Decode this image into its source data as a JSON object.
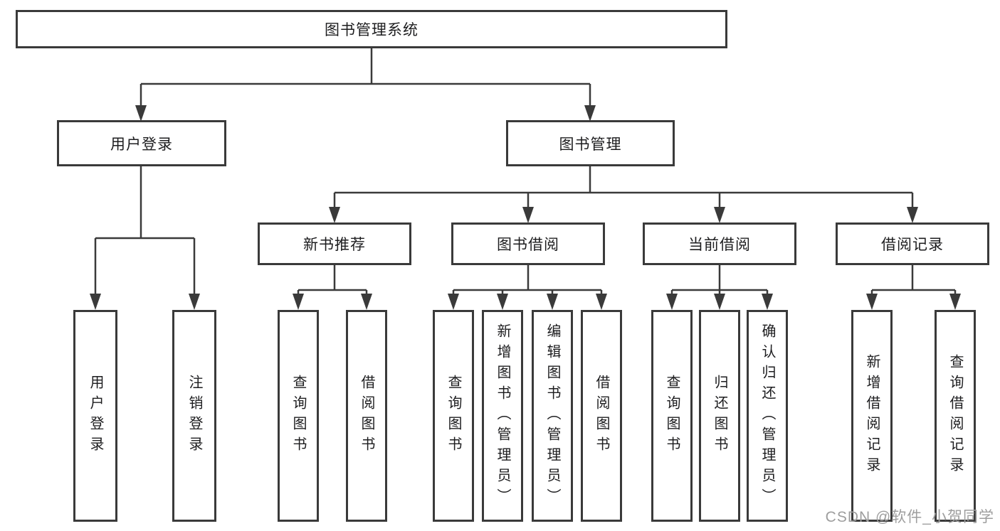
{
  "diagram": {
    "root": {
      "label": "图书管理系统"
    },
    "level2": [
      {
        "label": "用户登录"
      },
      {
        "label": "图书管理"
      }
    ],
    "level3": [
      {
        "label": "新书推荐"
      },
      {
        "label": "图书借阅"
      },
      {
        "label": "当前借阅"
      },
      {
        "label": "借阅记录"
      }
    ],
    "leaves": [
      {
        "label": "用户登录"
      },
      {
        "label": "注销登录"
      },
      {
        "label": "查询图书"
      },
      {
        "label": "借阅图书"
      },
      {
        "label": "查询图书"
      },
      {
        "label": "新增图书（管理员）"
      },
      {
        "label": "编辑图书（管理员）"
      },
      {
        "label": "借阅图书"
      },
      {
        "label": "查询图书"
      },
      {
        "label": "归还图书"
      },
      {
        "label": "确认归还（管理员）"
      },
      {
        "label": "新增借阅记录"
      },
      {
        "label": "查询借阅记录"
      }
    ]
  },
  "watermark": {
    "text": "CSDN @软件_小贺同学"
  },
  "colors": {
    "line": "#3a3a3a",
    "text": "#1d1d1f",
    "background": "#ffffff",
    "watermark": "#9e9e9e"
  }
}
